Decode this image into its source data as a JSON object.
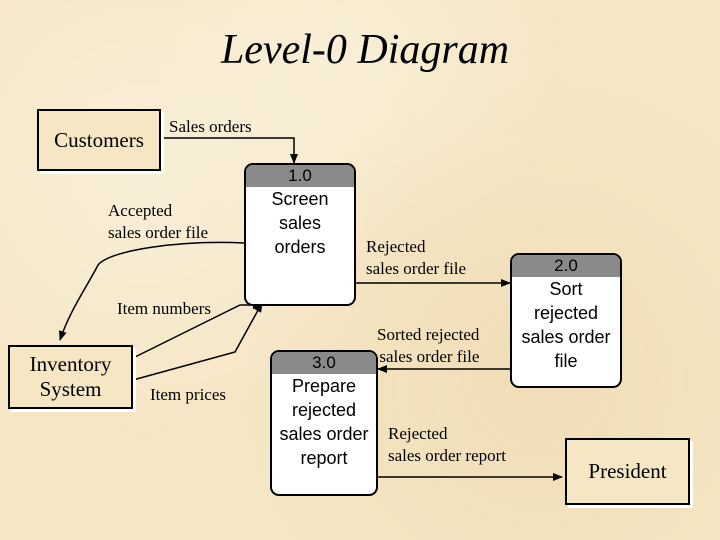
{
  "title": "Level-0 Diagram",
  "entities": {
    "customers": "Customers",
    "inventory_line1": "Inventory",
    "inventory_line2": "System",
    "president": "President"
  },
  "processes": {
    "p1": {
      "id": "1.0",
      "lines": [
        "Screen",
        "sales",
        "orders"
      ]
    },
    "p2": {
      "id": "2.0",
      "lines": [
        "Sort",
        "rejected",
        "sales order",
        "file"
      ]
    },
    "p3": {
      "id": "3.0",
      "lines": [
        "Prepare",
        "rejected",
        "sales order",
        "report"
      ]
    }
  },
  "flows": {
    "sales_orders": "Sales orders",
    "accepted_line1": "Accepted",
    "accepted_line2": "sales order file",
    "rejected_file_line1": "Rejected",
    "rejected_file_line2": "sales order file",
    "item_numbers": "Item numbers",
    "item_prices": "Item prices",
    "sorted_line1": "Sorted rejected",
    "sorted_line2": "sales order file",
    "report_line1": "Rejected",
    "report_line2": "sales order report"
  }
}
